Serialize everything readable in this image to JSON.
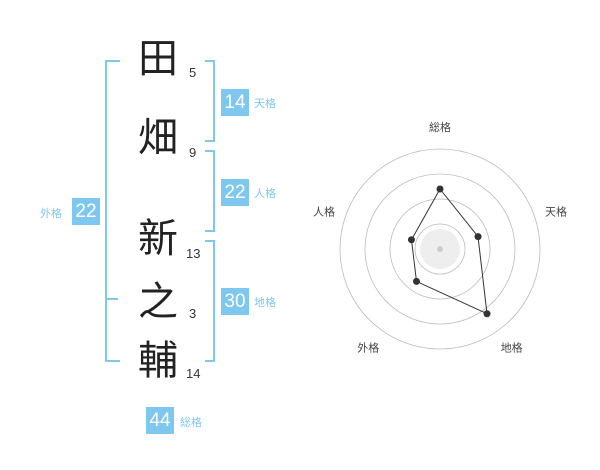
{
  "name_chars": [
    {
      "char": "田",
      "strokes": "5"
    },
    {
      "char": "畑",
      "strokes": "9"
    },
    {
      "char": "新",
      "strokes": "13"
    },
    {
      "char": "之",
      "strokes": "3"
    },
    {
      "char": "輔",
      "strokes": "14"
    }
  ],
  "scores": {
    "tenkaku": {
      "value": "14",
      "label": "天格"
    },
    "jinkaku": {
      "value": "22",
      "label": "人格"
    },
    "chikaku": {
      "value": "30",
      "label": "地格"
    },
    "gaikaku": {
      "value": "22",
      "label": "外格"
    },
    "soukaku": {
      "value": "44",
      "label": "総格"
    }
  },
  "colors": {
    "accent": "#7ec8f0",
    "text": "#222222",
    "grid": "#bbbbbb"
  },
  "chart_data": {
    "type": "radar",
    "axes": [
      "総格",
      "天格",
      "地格",
      "外格",
      "人格"
    ],
    "values": [
      0.6,
      0.4,
      0.8,
      0.4,
      0.3
    ],
    "rings": 4
  }
}
